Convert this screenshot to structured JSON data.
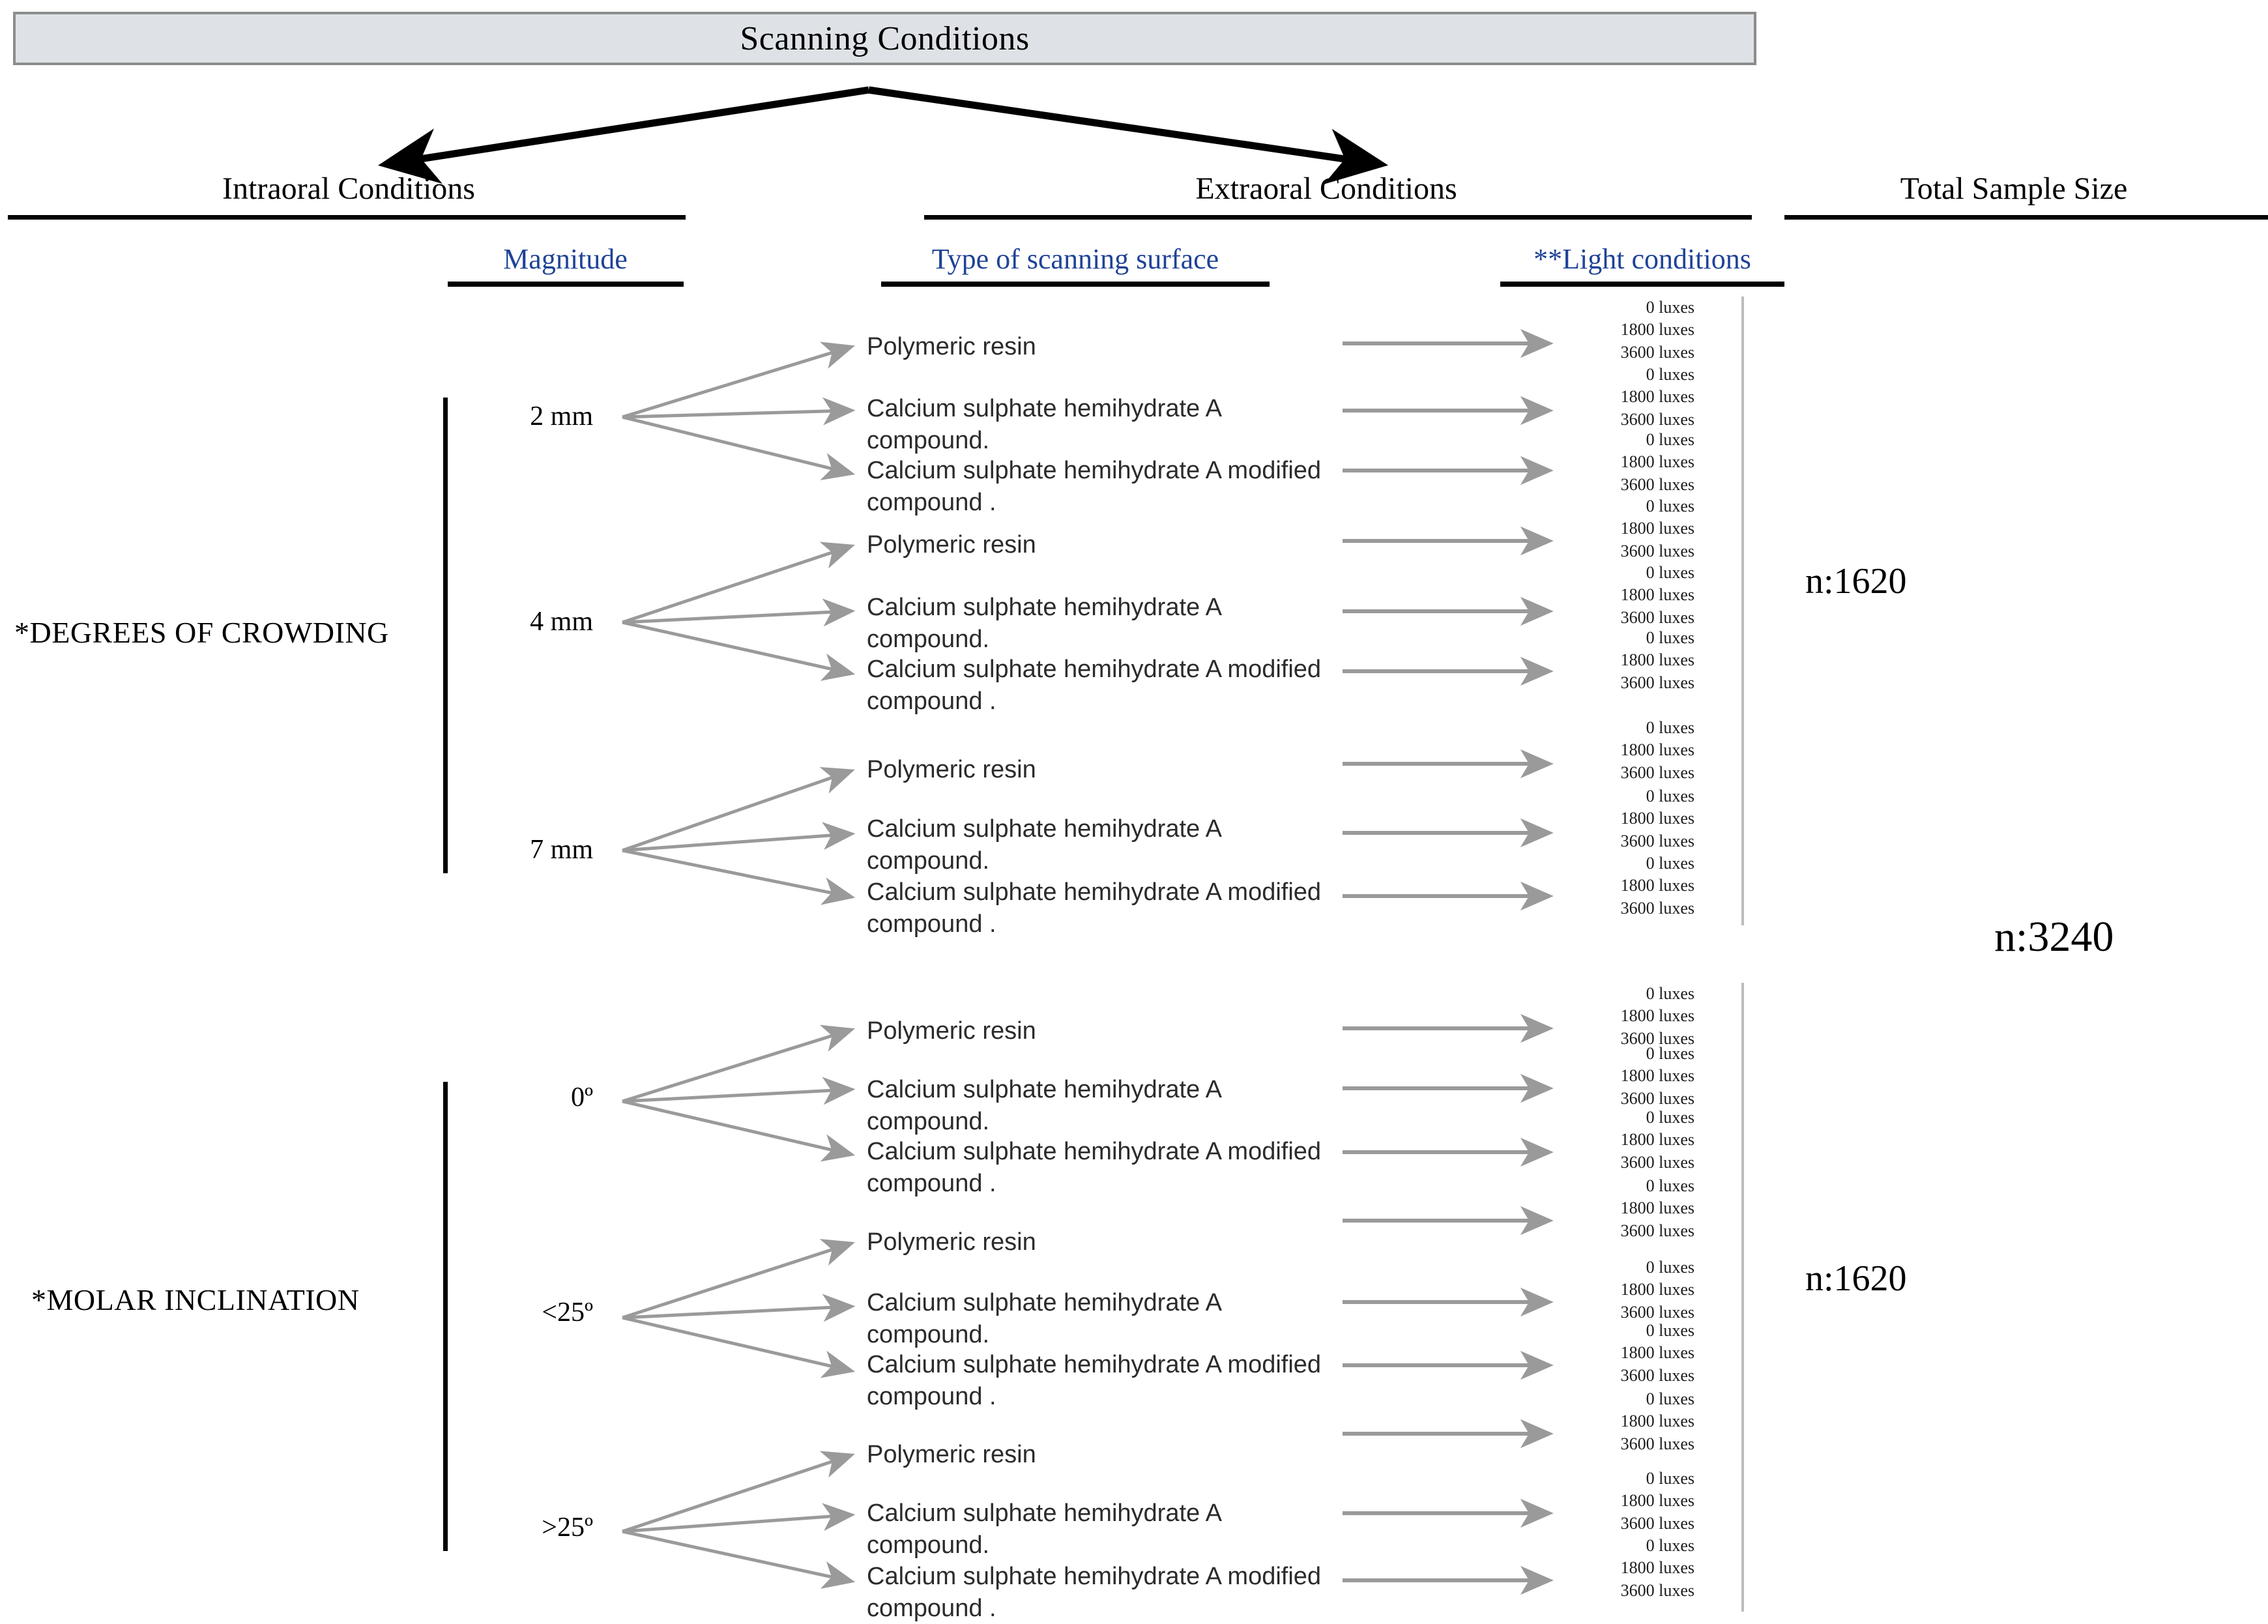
{
  "title": {
    "text": "Scanning Conditions"
  },
  "top_headers": [
    {
      "id": "intraoral",
      "label": "Intraoral Conditions"
    },
    {
      "id": "extraoral",
      "label": "Extraoral Conditions"
    },
    {
      "id": "total-sample-size",
      "label": "Total Sample Size"
    }
  ],
  "sub_headers": [
    {
      "id": "magnitude",
      "label": "Magnitude",
      "color": "#1f4397"
    },
    {
      "id": "type-of-scanning-surface",
      "label": "Type of scanning surface",
      "color": "#1f4397"
    },
    {
      "id": "light-conditions",
      "label": "**Light conditions",
      "color": "#1f4397"
    }
  ],
  "groups": [
    {
      "id": "degrees-of-crowding",
      "label": "*DEGREES OF CROWDING",
      "sample_size": "n:1620",
      "magnitudes": [
        {
          "value": "2 mm",
          "surfaces": [
            {
              "name": "Polymeric resin",
              "light": [
                "0 luxes",
                "1800 luxes",
                "3600 luxes"
              ]
            },
            {
              "name": "Calcium sulphate hemihydrate A compound.",
              "light": [
                "0 luxes",
                "1800 luxes",
                "3600 luxes"
              ]
            },
            {
              "name": "Calcium sulphate hemihydrate A modified compound .",
              "light": [
                "0 luxes",
                "1800 luxes",
                "3600 luxes"
              ]
            }
          ]
        },
        {
          "value": "4 mm",
          "surfaces": [
            {
              "name": "Polymeric resin",
              "light": [
                "0 luxes",
                "1800 luxes",
                "3600 luxes"
              ]
            },
            {
              "name": "Calcium sulphate hemihydrate A compound.",
              "light": [
                "0 luxes",
                "1800 luxes",
                "3600 luxes"
              ]
            },
            {
              "name": "Calcium sulphate hemihydrate A modified compound .",
              "light": [
                "0 luxes",
                "1800 luxes",
                "3600 luxes"
              ]
            }
          ]
        },
        {
          "value": "7 mm",
          "surfaces": [
            {
              "name": "Polymeric resin",
              "light": [
                "0 luxes",
                "1800 luxes",
                "3600 luxes"
              ]
            },
            {
              "name": "Calcium sulphate hemihydrate A compound.",
              "light": [
                "0 luxes",
                "1800 luxes",
                "3600 luxes"
              ]
            },
            {
              "name": "Calcium sulphate hemihydrate A modified compound .",
              "light": [
                "0 luxes",
                "1800 luxes",
                "3600 luxes"
              ]
            }
          ]
        }
      ]
    },
    {
      "id": "molar-inclination",
      "label": "*MOLAR INCLINATION",
      "sample_size": "n:1620",
      "magnitudes": [
        {
          "value": "0º",
          "surfaces": [
            {
              "name": "Polymeric resin",
              "light": [
                "0 luxes",
                "1800 luxes",
                "3600 luxes"
              ]
            },
            {
              "name": "Calcium sulphate hemihydrate A compound.",
              "light": [
                "0 luxes",
                "1800 luxes",
                "3600 luxes"
              ]
            },
            {
              "name": "Calcium sulphate hemihydrate A modified compound .",
              "light": [
                "0 luxes",
                "1800 luxes",
                "3600 luxes"
              ]
            }
          ]
        },
        {
          "value": "<25º",
          "surfaces": [
            {
              "name": "Polymeric resin",
              "light": [
                "0 luxes",
                "1800 luxes",
                "3600 luxes"
              ]
            },
            {
              "name": "Calcium sulphate hemihydrate A compound.",
              "light": [
                "0 luxes",
                "1800 luxes",
                "3600 luxes"
              ]
            },
            {
              "name": "Calcium sulphate hemihydrate A modified compound .",
              "light": [
                "0 luxes",
                "1800 luxes",
                "3600 luxes"
              ]
            }
          ]
        },
        {
          "value": ">25º",
          "surfaces": [
            {
              "name": "Polymeric resin",
              "light": [
                "0 luxes",
                "1800 luxes",
                "3600 luxes"
              ]
            },
            {
              "name": "Calcium sulphate hemihydrate A compound.",
              "light": [
                "0 luxes",
                "1800 luxes",
                "3600 luxes"
              ]
            },
            {
              "name": "Calcium sulphate hemihydrate A modified compound .",
              "light": [
                "0 luxes",
                "1800 luxes",
                "3600 luxes"
              ]
            }
          ]
        }
      ]
    }
  ],
  "grand_total": "n:3240",
  "colors": {
    "title_bar_fill": "#dee2e6",
    "title_bar_border": "#8c8c8c",
    "accent_blue": "#1f4397",
    "arrow_gray": "#9a9a9a",
    "separator_gray": "#bdbdbd",
    "text_black": "#000000"
  }
}
